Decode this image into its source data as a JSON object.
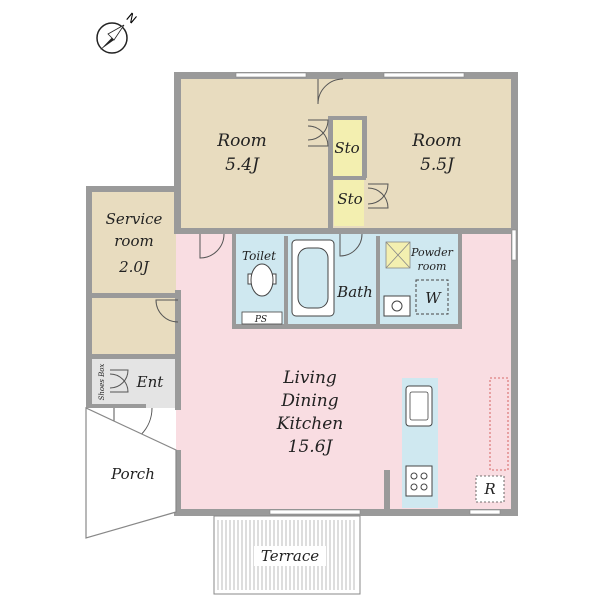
{
  "compass": {
    "north_label": "N"
  },
  "rooms": {
    "room_left": {
      "name": "Room",
      "size": "5.4J"
    },
    "room_right": {
      "name": "Room",
      "size": "5.5J"
    },
    "storage_1": {
      "name": "Sto"
    },
    "storage_2": {
      "name": "Sto"
    },
    "service_room": {
      "name_line1": "Service",
      "name_line2": "room",
      "size": "2.0J"
    },
    "toilet": {
      "name": "Toilet"
    },
    "pipe_space": {
      "name": "PS"
    },
    "bath": {
      "name": "Bath"
    },
    "powder_room": {
      "name_line1": "Powder",
      "name_line2": "room"
    },
    "washer": {
      "name": "W"
    },
    "shoes_box": {
      "name": "Shoes Box"
    },
    "entrance": {
      "name": "Ent"
    },
    "porch": {
      "name": "Porch"
    },
    "ldk": {
      "line1": "Living",
      "line2": "Dining",
      "line3": "Kitchen",
      "size": "15.6J"
    },
    "refrigerator": {
      "name": "R"
    },
    "terrace": {
      "name": "Terrace"
    }
  },
  "colors": {
    "bedroom_floor": "#e8dcbf",
    "ldk_floor": "#f9dde2",
    "wet_area_floor": "#cfe8f0",
    "storage_floor": "#f3efb0",
    "entrance_floor": "#e4e4e4",
    "wall": "#9a9a9a"
  }
}
